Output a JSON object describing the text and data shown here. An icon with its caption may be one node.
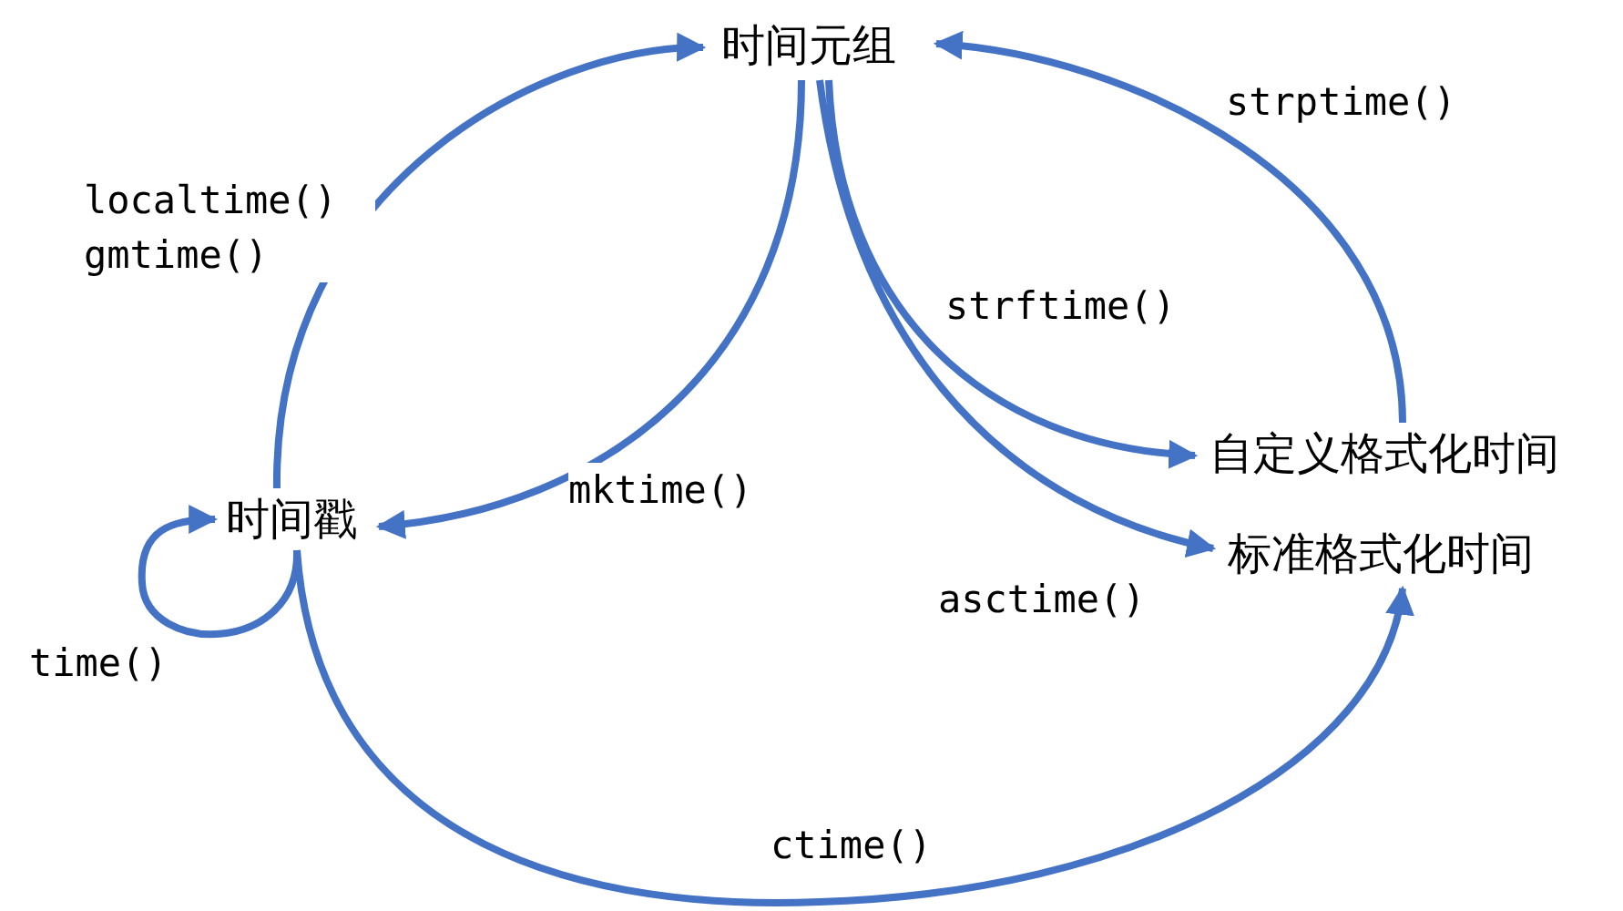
{
  "diagram": {
    "nodes": [
      {
        "text": [
          "时间元组"
        ]
      },
      {
        "text": [
          "时间戳"
        ]
      },
      {
        "text": [
          "自定义格式化时间"
        ]
      },
      {
        "text": [
          "标准格式化时间"
        ]
      }
    ],
    "edges": [
      {
        "from": 1,
        "to": 0,
        "arrow": "to",
        "label": "localtime() gmtime()"
      },
      {
        "from": 0,
        "to": 1,
        "arrow": "to",
        "label": "mktime()"
      },
      {
        "from": 0,
        "to": 2,
        "arrow": "to",
        "label": "strftime()"
      },
      {
        "from": 0,
        "to": 3,
        "arrow": "to",
        "label": "asctime()"
      },
      {
        "from": 2,
        "to": 0,
        "arrow": "to",
        "label": "strptime()"
      },
      {
        "from": 1,
        "to": 1,
        "arrow": "to",
        "label": "time()"
      },
      {
        "from": 1,
        "to": 3,
        "arrow": "to",
        "label": "ctime()"
      }
    ]
  }
}
